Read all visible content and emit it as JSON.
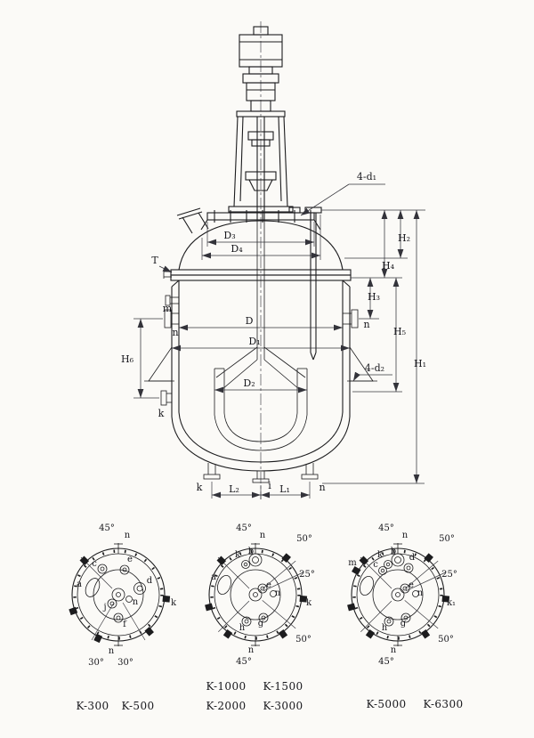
{
  "elevation": {
    "callouts": {
      "bolt_top": "4-d₁",
      "bolt_lug": "4-d₂",
      "jacket_temp": "T",
      "nozzle_m": "m",
      "nozzle_n_left": "n",
      "nozzle_n_right": "n",
      "nozzle_k_left": "k",
      "nozzle_k_bottom": "k",
      "nozzle_i_bottom": "i",
      "nozzle_n_bottom": "n"
    },
    "diameters": {
      "D3": "D₃",
      "D4": "D₄",
      "D": "D",
      "D1": "D₁",
      "D2": "D₂"
    },
    "heights": {
      "H1": "H₁",
      "H2": "H₂",
      "H3": "H₃",
      "H4": "H₄",
      "H5": "H₅",
      "H6": "H₆"
    },
    "spans": {
      "L1": "L₁",
      "L2": "L₂"
    }
  },
  "plan_small": {
    "a45": "45°",
    "n_top": "n",
    "c": "c",
    "e": "e",
    "a": "a",
    "d": "d",
    "n_mid": "n",
    "k": "k",
    "j": "j",
    "f": "f",
    "n_bot": "n",
    "a30_left": "30°",
    "a30_right": "30°",
    "model1": "K-300",
    "model2": "K-500"
  },
  "plan_medium": {
    "a45_top": "45°",
    "n_top": "n",
    "a50_top": "50°",
    "k_top": "k",
    "b": "b",
    "a25": "25°",
    "a": "a",
    "e": "e",
    "n_mid": "n",
    "k_right": "k",
    "h": "h",
    "g": "g",
    "a50_bottom": "50°",
    "n_bot": "n",
    "a45_bot": "45°",
    "model1": "K-1000",
    "model2": "K-1500",
    "model3": "K-2000",
    "model4": "K-3000"
  },
  "plan_large": {
    "a45_top": "45°",
    "n_top": "n",
    "a50_top": "50°",
    "k_top": "k",
    "b": "b",
    "d": "d",
    "a25": "25°",
    "m": "m",
    "c": "c",
    "e": "e",
    "n_mid": "n",
    "k1": "k₁",
    "h": "h",
    "g": "g",
    "a50_bottom": "50°",
    "n_bot": "n",
    "a45_bot": "45°",
    "model1": "K-5000",
    "model2": "K-6300"
  }
}
